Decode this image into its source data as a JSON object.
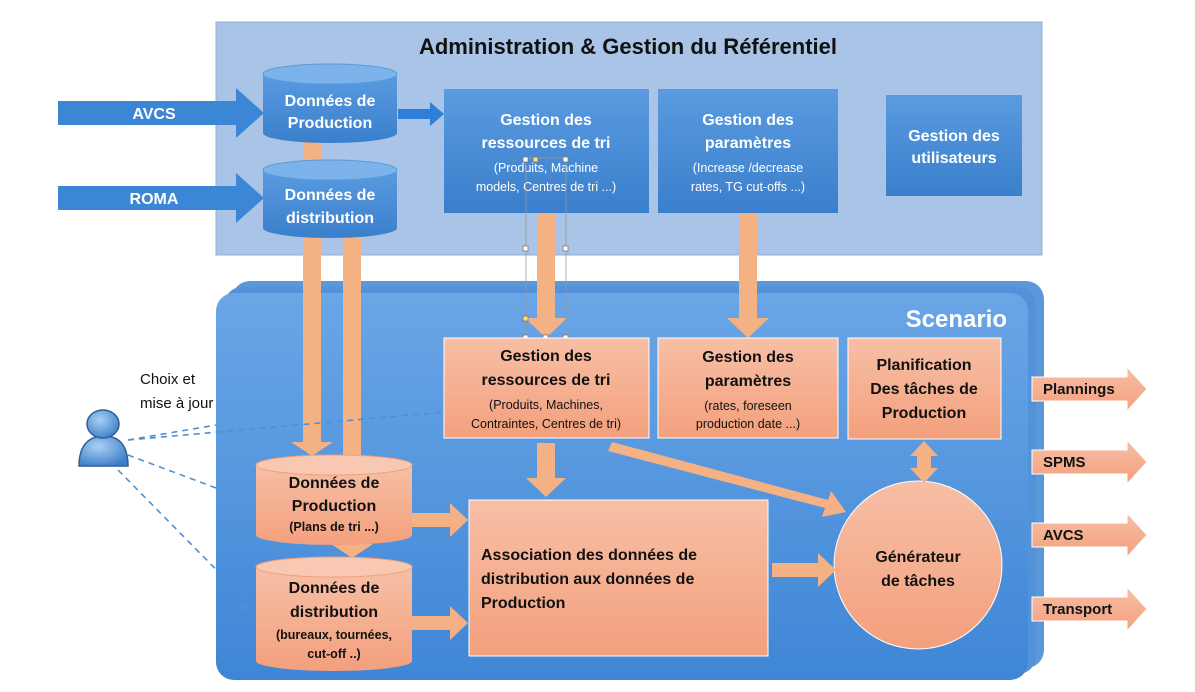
{
  "diagram": {
    "title": "Administration & Gestion du Référentiel",
    "scenario_label": "Scenario",
    "inputs": {
      "avcs": "AVCS",
      "roma": "ROMA"
    },
    "admin": {
      "db_production": [
        "Données de",
        "Production"
      ],
      "db_distribution": [
        "Données de",
        "distribution"
      ],
      "ressources": {
        "title": [
          "Gestion des",
          "ressources de tri"
        ],
        "detail": [
          "(Produits, Machine",
          "models, Centres de tri ...)"
        ]
      },
      "parametres": {
        "title": [
          "Gestion des",
          "paramètres"
        ],
        "detail": [
          "(Increase /decrease",
          "rates, TG cut-offs ...)"
        ]
      },
      "utilisateurs": [
        "Gestion des",
        "utilisateurs"
      ]
    },
    "scenario": {
      "ressources": {
        "title": [
          "Gestion des",
          "ressources de tri"
        ],
        "detail": [
          "(Produits, Machines,",
          "Contraintes, Centres de tri)"
        ]
      },
      "parametres": {
        "title": [
          "Gestion des",
          "paramètres"
        ],
        "detail": [
          "(rates, foreseen",
          "production date ...)"
        ]
      },
      "planification": [
        "Planification",
        "Des tâches de",
        "Production"
      ],
      "db_production": {
        "title": [
          "Données de",
          "Production"
        ],
        "detail": "(Plans de tri ...)"
      },
      "db_distribution": {
        "title": [
          "Données de",
          "distribution"
        ],
        "detail": [
          "(bureaux, tournées,",
          "cut-off ..)"
        ]
      },
      "association": [
        "Association des données de",
        "distribution aux données de",
        "Production"
      ],
      "generateur": [
        "Générateur",
        "de tâches"
      ]
    },
    "user_note": [
      "Choix et",
      "mise à jour"
    ],
    "outputs": [
      "Plannings",
      "SPMS",
      "AVCS",
      "Transport"
    ],
    "colors": {
      "admin_panel": "#a9c4e6",
      "blue_box": "#3f86d2",
      "scenario_panel": "#4a90d9",
      "orange_fill": "#f6ad8d",
      "orange_arrow": "#f4b183",
      "blue_arrow": "#2f7ed8"
    }
  }
}
